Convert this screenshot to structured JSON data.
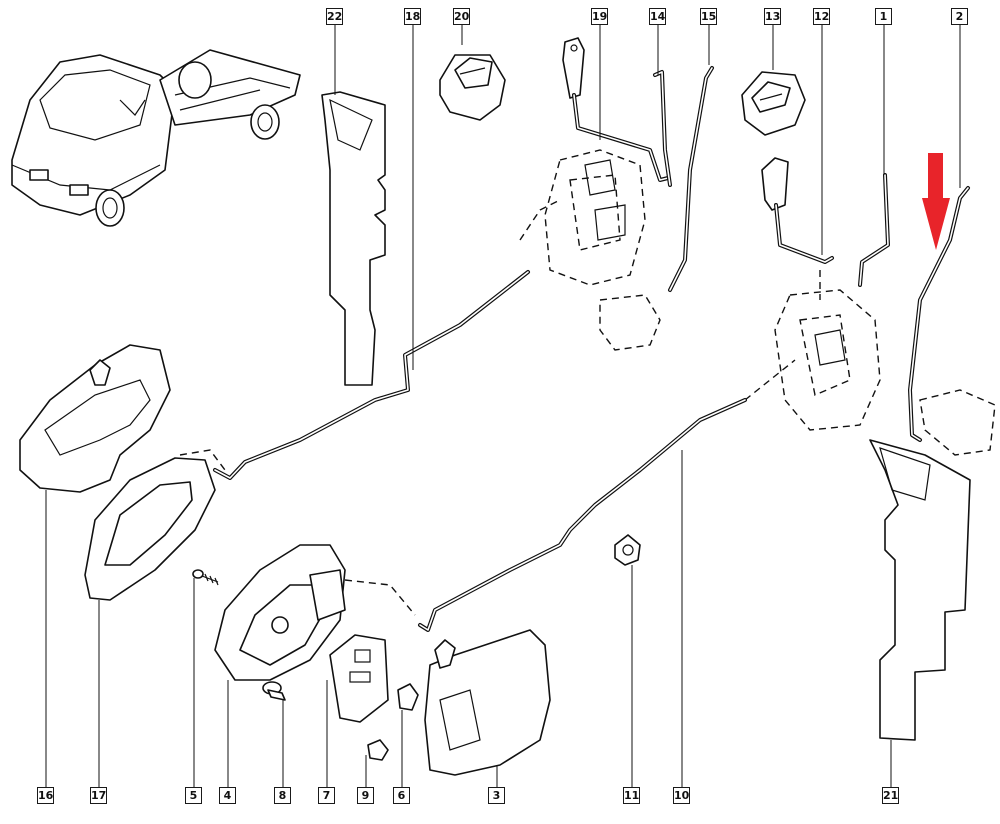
{
  "diagram": {
    "title": "Door lock / handle exploded parts diagram (chassis cab van)",
    "highlight_color": "#e8242a",
    "highlight": {
      "type": "arrow",
      "direction": "down",
      "points_to_part": "2"
    },
    "callouts_top": [
      "22",
      "18",
      "20",
      "19",
      "14",
      "15",
      "13",
      "12",
      "1",
      "2"
    ],
    "callouts_bottom": [
      "16",
      "17",
      "5",
      "4",
      "8",
      "7",
      "9",
      "6",
      "3",
      "11",
      "10",
      "21"
    ],
    "thumbnail": "chassis-cab-van-icon"
  }
}
